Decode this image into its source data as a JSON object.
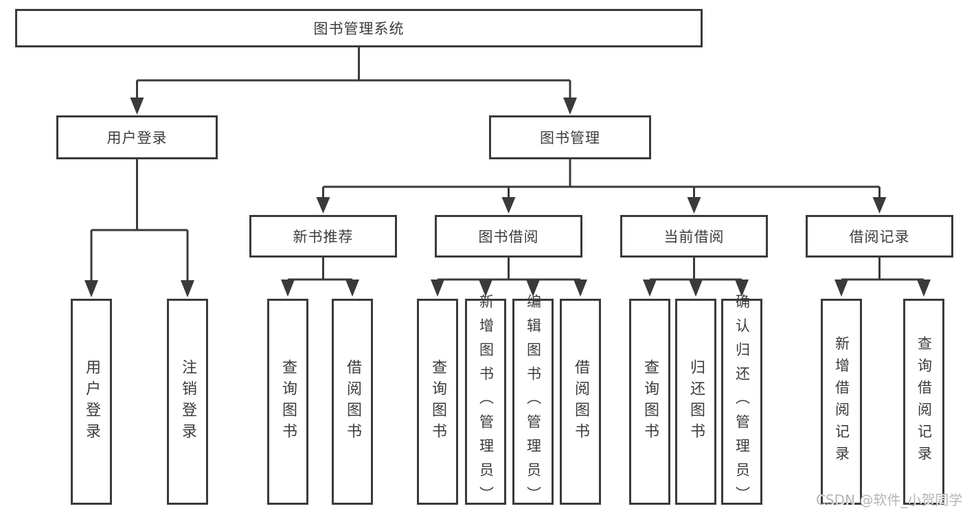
{
  "tree": {
    "label": "图书管理系统",
    "children": [
      {
        "label": "用户登录",
        "children": [
          {
            "label": "用户登录"
          },
          {
            "label": "注销登录"
          }
        ]
      },
      {
        "label": "图书管理",
        "children": [
          {
            "label": "新书推荐",
            "children": [
              {
                "label": "查询图书"
              },
              {
                "label": "借阅图书"
              }
            ]
          },
          {
            "label": "图书借阅",
            "children": [
              {
                "label": "查询图书"
              },
              {
                "label": "新增图书（管理员）"
              },
              {
                "label": "编辑图书（管理员）"
              },
              {
                "label": "借阅图书"
              }
            ]
          },
          {
            "label": "当前借阅",
            "children": [
              {
                "label": "查询图书"
              },
              {
                "label": "归还图书"
              },
              {
                "label": "确认归还（管理员）"
              }
            ]
          },
          {
            "label": "借阅记录",
            "children": [
              {
                "label": "新增借阅记录"
              },
              {
                "label": "查询借阅记录"
              }
            ]
          }
        ]
      }
    ]
  },
  "watermark": "CSDN @软件_小贺同学",
  "colors": {
    "line": "#3a3a3a",
    "text": "#3c3c3c",
    "background": "#ffffff",
    "watermark": "#b5b5b5"
  }
}
